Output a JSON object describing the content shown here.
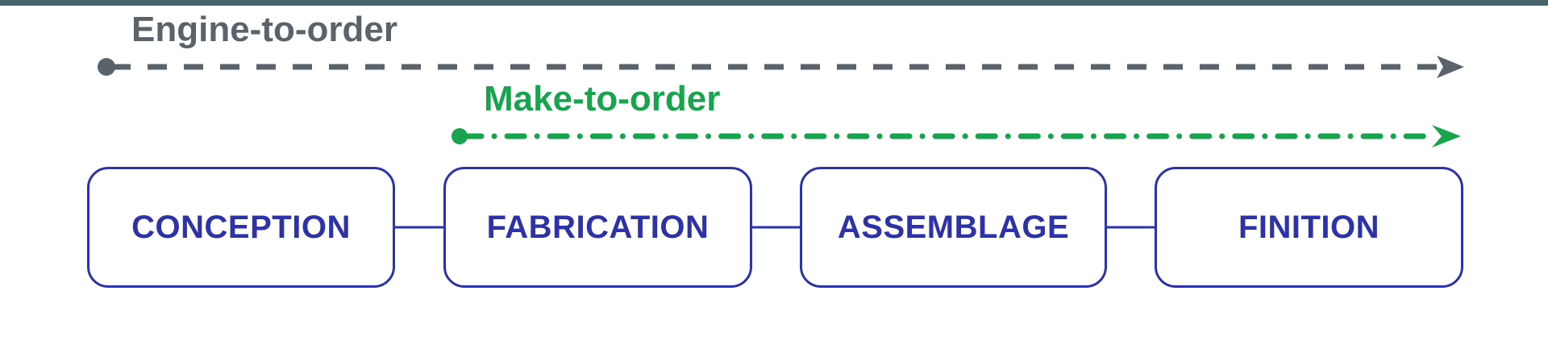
{
  "top_bar": {
    "color": "#4a646e"
  },
  "arrows": [
    {
      "label": "Engine-to-order",
      "color": "#5a626a",
      "line_style": "dashed"
    },
    {
      "label": "Make-to-order",
      "color": "#18a34d",
      "line_style": "dash-dot"
    }
  ],
  "stages": [
    {
      "label": "CONCEPTION"
    },
    {
      "label": "FABRICATION"
    },
    {
      "label": "ASSEMBLAGE"
    },
    {
      "label": "FINITION"
    }
  ],
  "stage_style": {
    "border_color": "#2d32a8",
    "text_color": "#2d32a8",
    "fill": "#ffffff"
  }
}
